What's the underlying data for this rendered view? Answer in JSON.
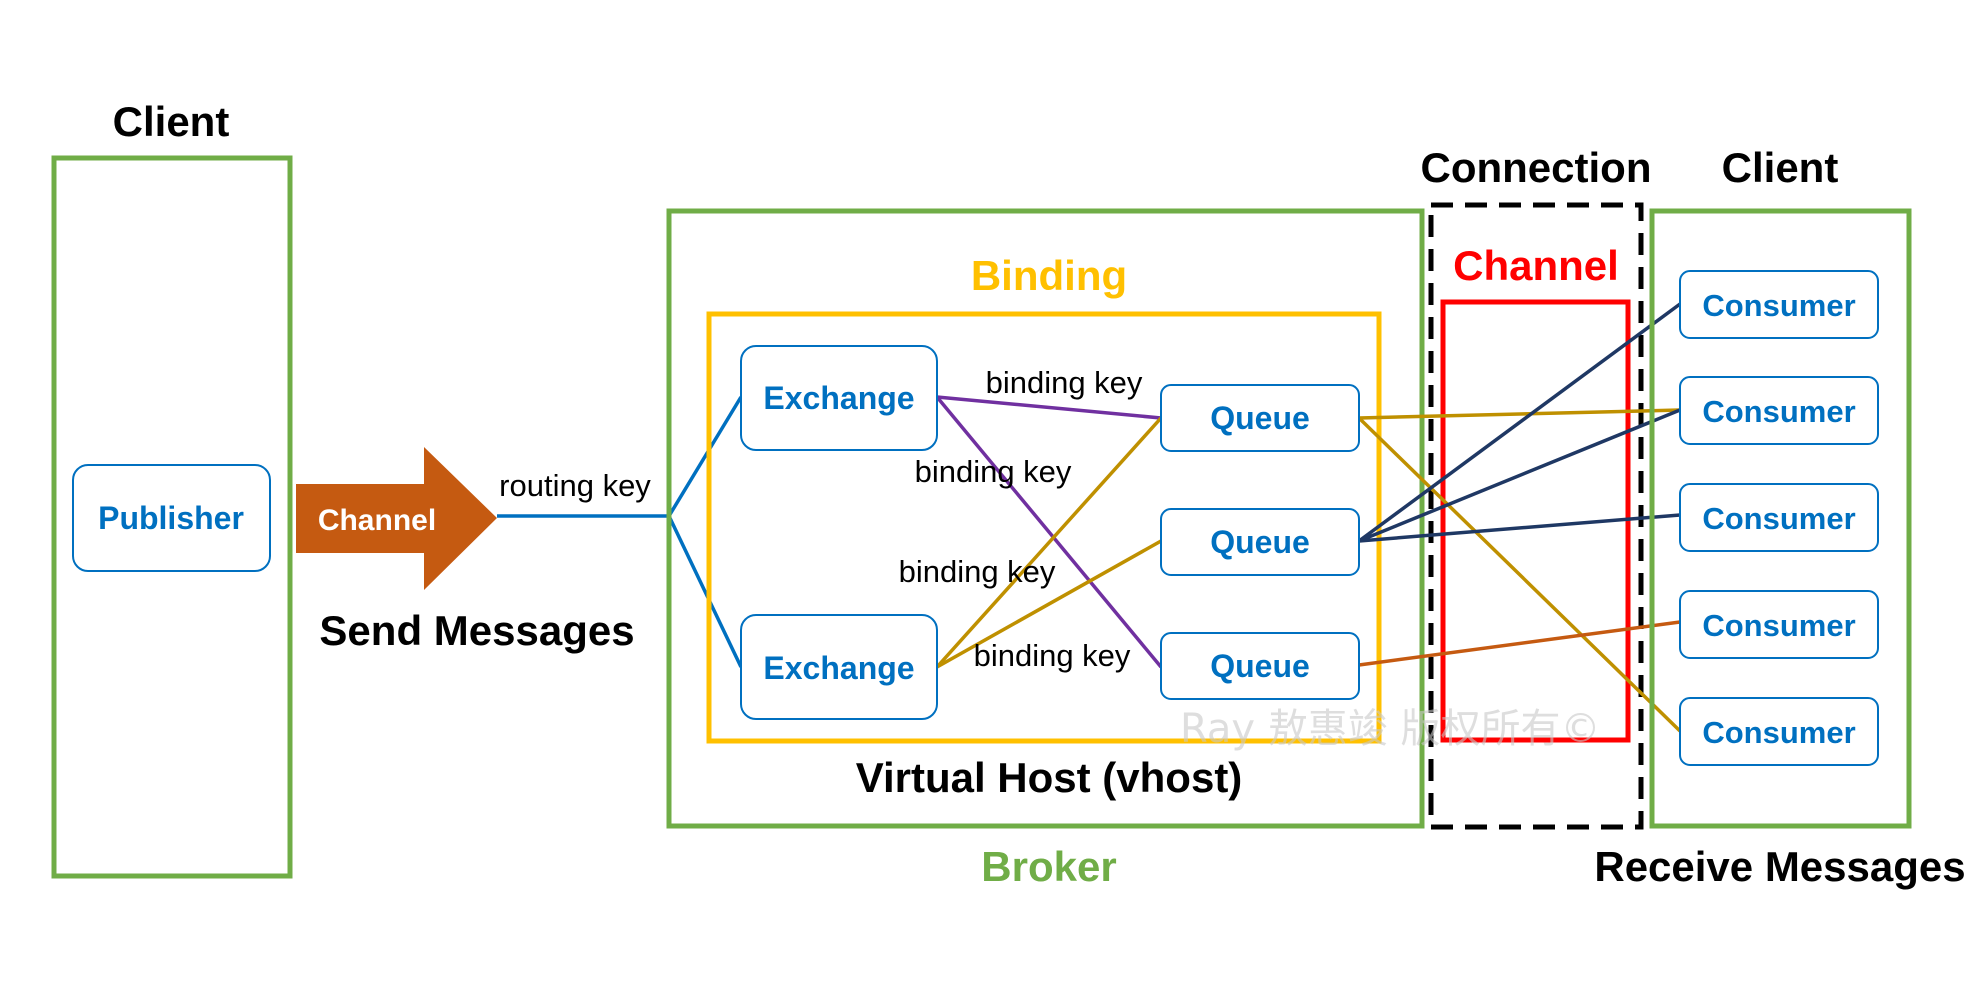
{
  "publisher_client": {
    "title": "Client",
    "publisher_label": "Publisher",
    "channel_label": "Channel",
    "routing_label": "routing key",
    "send_label": "Send Messages"
  },
  "broker": {
    "label": "Broker",
    "vhost_label": "Virtual Host (vhost)",
    "binding_title": "Binding",
    "exchanges": [
      "Exchange",
      "Exchange"
    ],
    "queues": [
      "Queue",
      "Queue",
      "Queue"
    ],
    "binding_key_labels": [
      "binding key",
      "binding key",
      "binding key",
      "binding key"
    ]
  },
  "connection": {
    "label": "Connection",
    "channel_label": "Channel"
  },
  "consumer_client": {
    "title": "Client",
    "consumers": [
      "Consumer",
      "Consumer",
      "Consumer",
      "Consumer",
      "Consumer"
    ],
    "receive_label": "Receive Messages"
  },
  "watermark": "Ray 敖惠竣 版权所有©",
  "colors": {
    "client_border": "#70ad47",
    "broker_label": "#70ad47",
    "binding": "#ffc000",
    "node_text": "#0070c0",
    "node_border": "#0070c0",
    "arrow": "#c55a11",
    "channel_red": "#ff0000",
    "link_blue": "#0070c0",
    "link_purple": "#7030a0",
    "link_gold": "#bf9000",
    "link_navy": "#1f3864",
    "link_orange": "#c55a11",
    "text_dark": "#000000"
  }
}
